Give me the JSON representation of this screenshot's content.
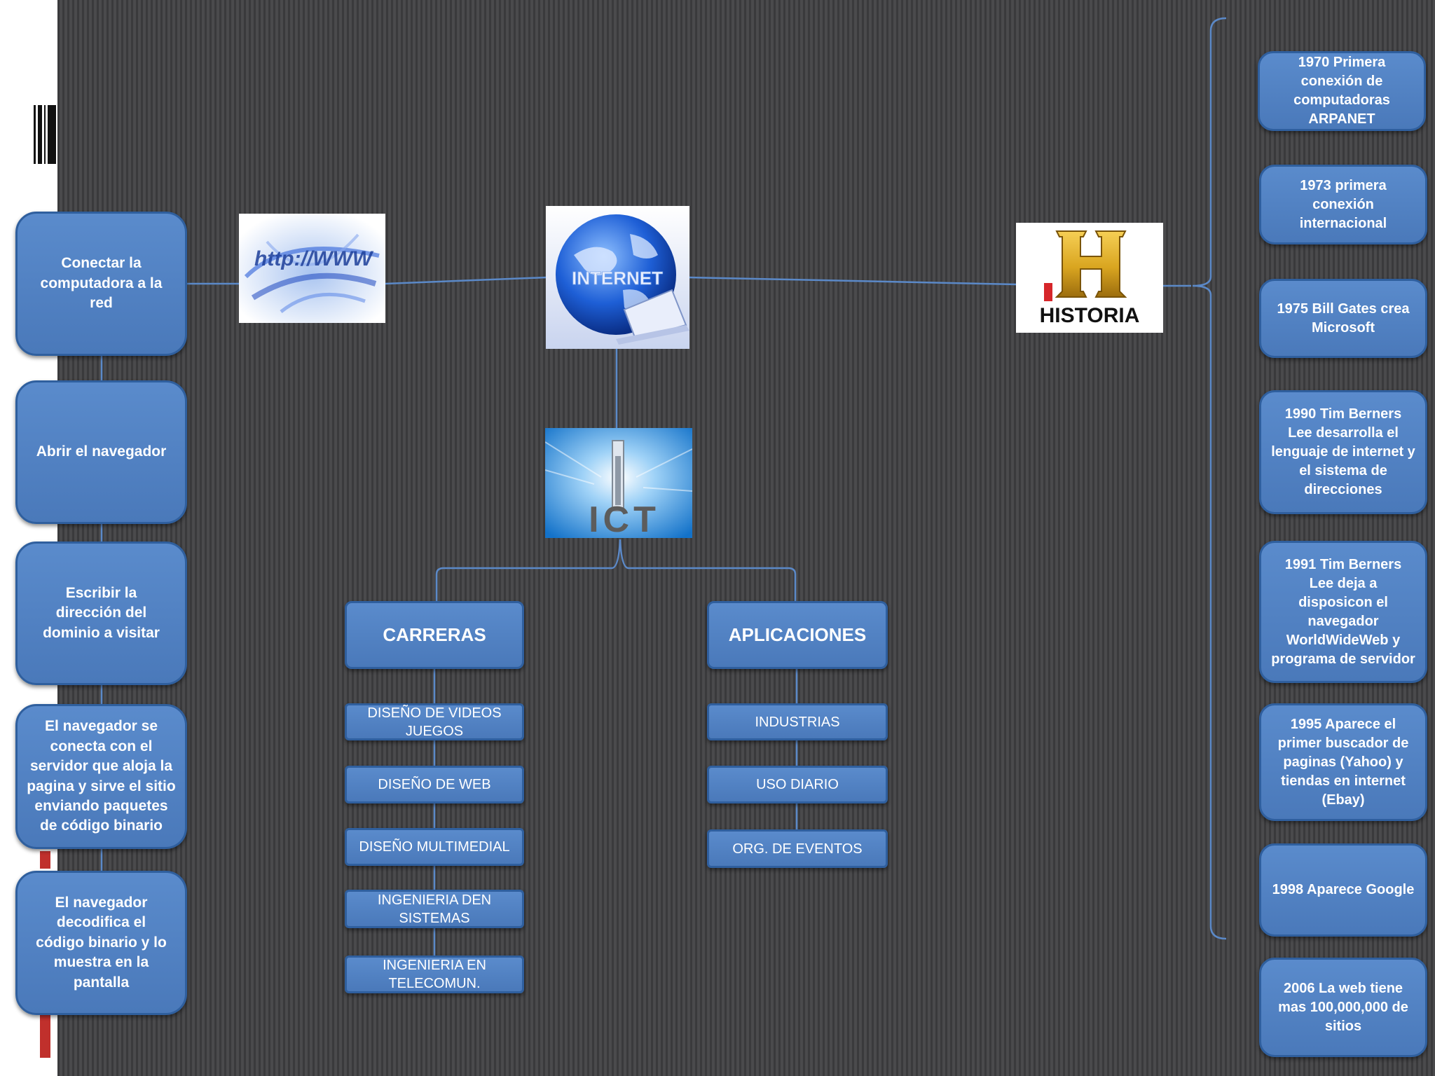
{
  "process_steps": [
    "Conectar la computadora a la red",
    "Abrir el navegador",
    "Escribir la dirección del dominio a visitar",
    "El navegador se conecta con el servidor que aloja la pagina y sirve el sitio enviando paquetes de código binario",
    "El navegador decodifica el código binario y lo muestra en la pantalla"
  ],
  "images": {
    "www_text": "http://WWW",
    "internet_text": "INTERNET",
    "ict_text": "ICT",
    "historia_text": "HISTORIA"
  },
  "carreras": {
    "heading": "CARRERAS",
    "items": [
      "DISEÑO DE VIDEOS JUEGOS",
      "DISEÑO DE WEB",
      "DISEÑO MULTIMEDIAL",
      "INGENIERIA DEN SISTEMAS",
      "INGENIERIA EN TELECOMUN."
    ]
  },
  "aplicaciones": {
    "heading": "APLICACIONES",
    "items": [
      "INDUSTRIAS",
      "USO DIARIO",
      "ORG. DE EVENTOS"
    ]
  },
  "history": [
    "1970 Primera conexión de computadoras ARPANET",
    "1973 primera conexión internacional",
    "1975 Bill Gates crea Microsoft",
    "1990 Tim Berners Lee desarrolla el lenguaje de internet y el sistema de direcciones",
    "1991 Tim Berners Lee deja a disposicon  el navegador WorldWideWeb y programa de servidor",
    "1995 Aparece el primer buscador de paginas (Yahoo)  y tiendas en internet (Ebay)",
    "1998 Aparece Google",
    "2006 La web tiene mas 100,000,000 de sitios"
  ],
  "colors": {
    "box_fill": "#5a8bcc",
    "box_border": "#2f5f9e",
    "connector": "#5b89c8",
    "background": "#444446",
    "accent_red": "#c0302c",
    "historia_gold": "#d9a520"
  }
}
